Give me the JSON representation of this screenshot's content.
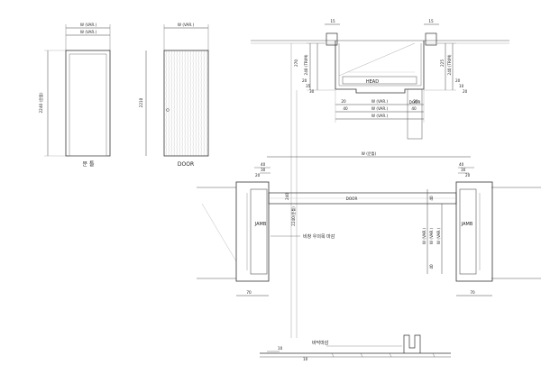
{
  "frame_view": {
    "caption": "문 틀",
    "width_outer": "W (VAR.)",
    "width_inner": "W (VAR.)",
    "height": "2240 (문틀)"
  },
  "door_view": {
    "caption": "DOOR",
    "width": "W (VAR.)",
    "height": "2210"
  },
  "head_section": {
    "head_label": "HEAD",
    "door_label": "DOOR",
    "dim_top_left": "15",
    "dim_top_right": "15",
    "dim_left_stack": [
      "270",
      "240 (TRIM)",
      "20",
      "35",
      "30"
    ],
    "dim_right_stack": [
      "225",
      "240 (TRIM)",
      "20",
      "10",
      "20"
    ],
    "dim_bottom_row1_left": "20",
    "dim_bottom_row1_mid": "W (VAR.)",
    "dim_bottom_row1_right": "20",
    "dim_bottom_row2_left": "40",
    "dim_bottom_row2_mid": "W (VAR.)",
    "dim_bottom_row2_right": "40",
    "dim_bottom_row3": "W (VAR.)"
  },
  "plan_section": {
    "overall_width": "W (문틀)",
    "door_label": "DOOR",
    "jamb_left": "JAMB",
    "jamb_right": "JAMB",
    "left_top_dims": [
      "40",
      "30",
      "20"
    ],
    "right_top_dims": [
      "40",
      "30",
      "20"
    ],
    "left_bottom_dim": "70",
    "right_bottom_dim": "70",
    "vertical_left_a": "240",
    "vertical_left_b": "2240(문틀)",
    "note": "비창 우의목 마감",
    "right_vertical_dims": [
      "40",
      "W (VAR.)",
      "W (VAR.)",
      "W (VAR.)",
      "40"
    ]
  },
  "sill_section": {
    "label": "바닥마감",
    "dim_left": "10",
    "dim_right": "10"
  }
}
